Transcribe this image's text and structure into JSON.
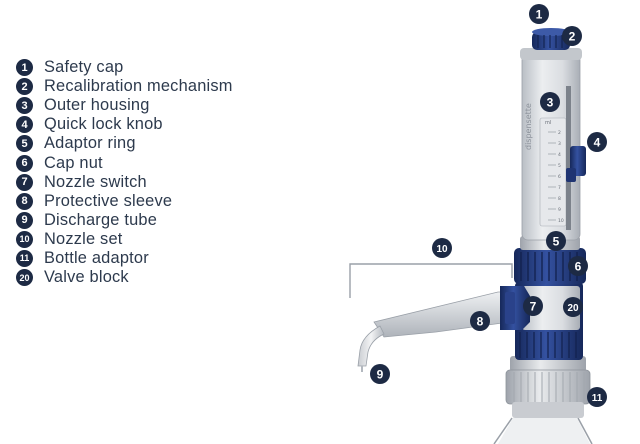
{
  "legend": [
    {
      "num": "1",
      "label": "Safety cap"
    },
    {
      "num": "2",
      "label": "Recalibration mechanism"
    },
    {
      "num": "3",
      "label": "Outer housing"
    },
    {
      "num": "4",
      "label": "Quick lock knob"
    },
    {
      "num": "5",
      "label": "Adaptor ring"
    },
    {
      "num": "6",
      "label": "Cap nut"
    },
    {
      "num": "7",
      "label": "Nozzle switch"
    },
    {
      "num": "8",
      "label": "Protective sleeve"
    },
    {
      "num": "9",
      "label": "Discharge tube"
    },
    {
      "num": "10",
      "label": "Nozzle set"
    },
    {
      "num": "11",
      "label": "Bottle adaptor"
    },
    {
      "num": "20",
      "label": "Valve block"
    }
  ],
  "markers": {
    "m1": "1",
    "m2": "2",
    "m3": "3",
    "m4": "4",
    "m5": "5",
    "m6": "6",
    "m7": "7",
    "m8": "8",
    "m9": "9",
    "m10": "10",
    "m11": "11",
    "m20": "20"
  },
  "scale": {
    "unit": "ml",
    "ticks": [
      "2",
      "3",
      "4",
      "5",
      "6",
      "7",
      "8",
      "9",
      "10"
    ]
  },
  "colors": {
    "badge": "#1d2a44",
    "navy": "#233a78",
    "housing": "#d3d6da",
    "text": "#2d3a4d"
  }
}
